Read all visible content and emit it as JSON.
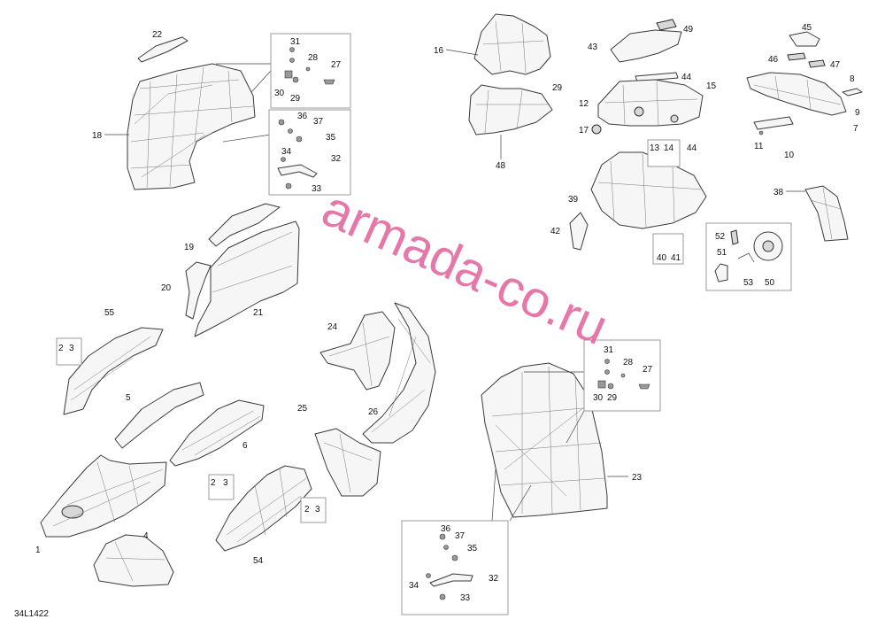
{
  "watermark": "armada-co.ru",
  "drawing_code": "34L1422",
  "callouts": {
    "n1": "1",
    "n2": "2",
    "n3": "3",
    "n4": "4",
    "n5": "5",
    "n6": "6",
    "n7": "7",
    "n8": "8",
    "n9": "9",
    "n10": "10",
    "n11": "11",
    "n12": "12",
    "n13": "13",
    "n14": "14",
    "n15": "15",
    "n16": "16",
    "n17": "17",
    "n18": "18",
    "n19": "19",
    "n20": "20",
    "n21": "21",
    "n22": "22",
    "n23": "23",
    "n24": "24",
    "n25": "25",
    "n26": "26",
    "n27": "27",
    "n28": "28",
    "n29": "29",
    "n30": "30",
    "n31": "31",
    "n32": "32",
    "n33": "33",
    "n34": "34",
    "n35": "35",
    "n36": "36",
    "n37": "37",
    "n38": "38",
    "n39": "39",
    "n40": "40",
    "n41": "41",
    "n42": "42",
    "n43": "43",
    "n44": "44",
    "n45": "45",
    "n46": "46",
    "n47": "47",
    "n48": "48",
    "n49": "49",
    "n50": "50",
    "n51": "51",
    "n52": "52",
    "n53": "53",
    "n54": "54",
    "n55": "55"
  }
}
